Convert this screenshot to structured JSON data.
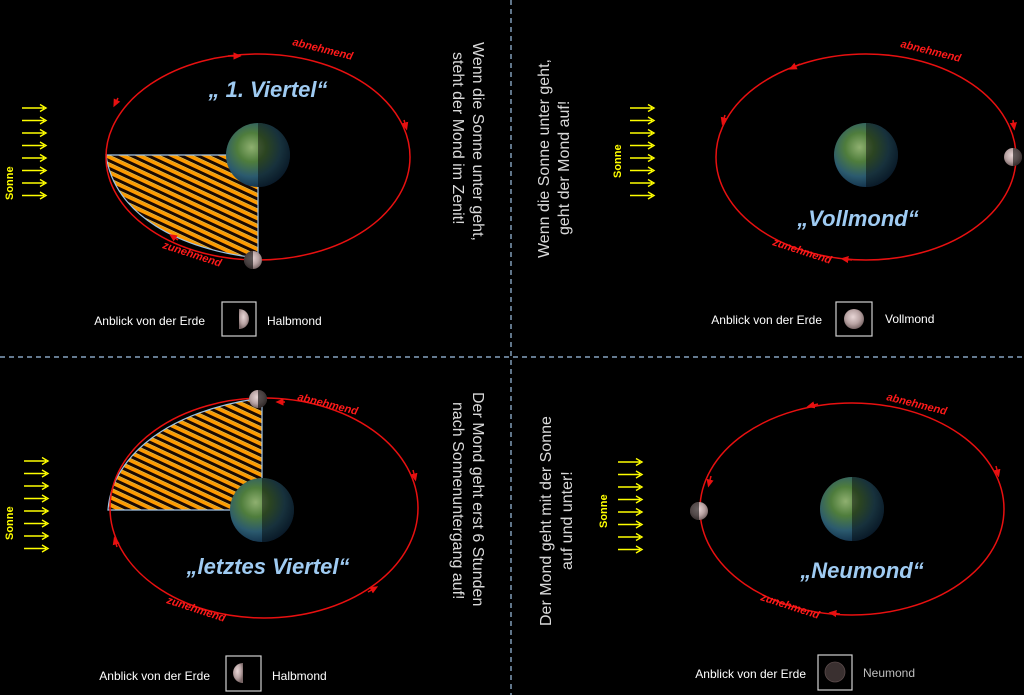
{
  "colors": {
    "background": "#000000",
    "orbit": "#e81010",
    "sun_arrows": "#ffff00",
    "title": "#9fcbf2",
    "divider": "#9fc3e6",
    "hatch_a": "#ff9a00",
    "hatch_b": "#ffd24a"
  },
  "common": {
    "sun_label": "Sonne",
    "view_label": "Anblick von der Erde",
    "waning_label": "abnehmend",
    "waxing_label": "zunehmend"
  },
  "panels": [
    {
      "id": "first-quarter",
      "title": "„ 1. Viertel“",
      "statement": [
        "Wenn die Sonne unter geht,",
        "steht der Mond im Zenit!"
      ],
      "phase_caption": "Halbmond",
      "moon_icon": "half-moon-right-lit-icon"
    },
    {
      "id": "full-moon",
      "title": "„Vollmond“",
      "statement": [
        "Wenn die Sonne unter geht,",
        "geht der Mond auf!"
      ],
      "phase_caption": "Vollmond",
      "moon_icon": "full-moon-icon"
    },
    {
      "id": "last-quarter",
      "title": "„letztes Viertel“",
      "statement": [
        "Der Mond geht erst 6 Stunden",
        "nach Sonnenuntergang auf!"
      ],
      "phase_caption": "Halbmond",
      "moon_icon": "half-moon-left-lit-icon"
    },
    {
      "id": "new-moon",
      "title": "„Neumond“",
      "statement": [
        "Der Mond geht mit der Sonne",
        "auf und unter!"
      ],
      "phase_caption": "Neumond",
      "moon_icon": "new-moon-icon"
    }
  ]
}
